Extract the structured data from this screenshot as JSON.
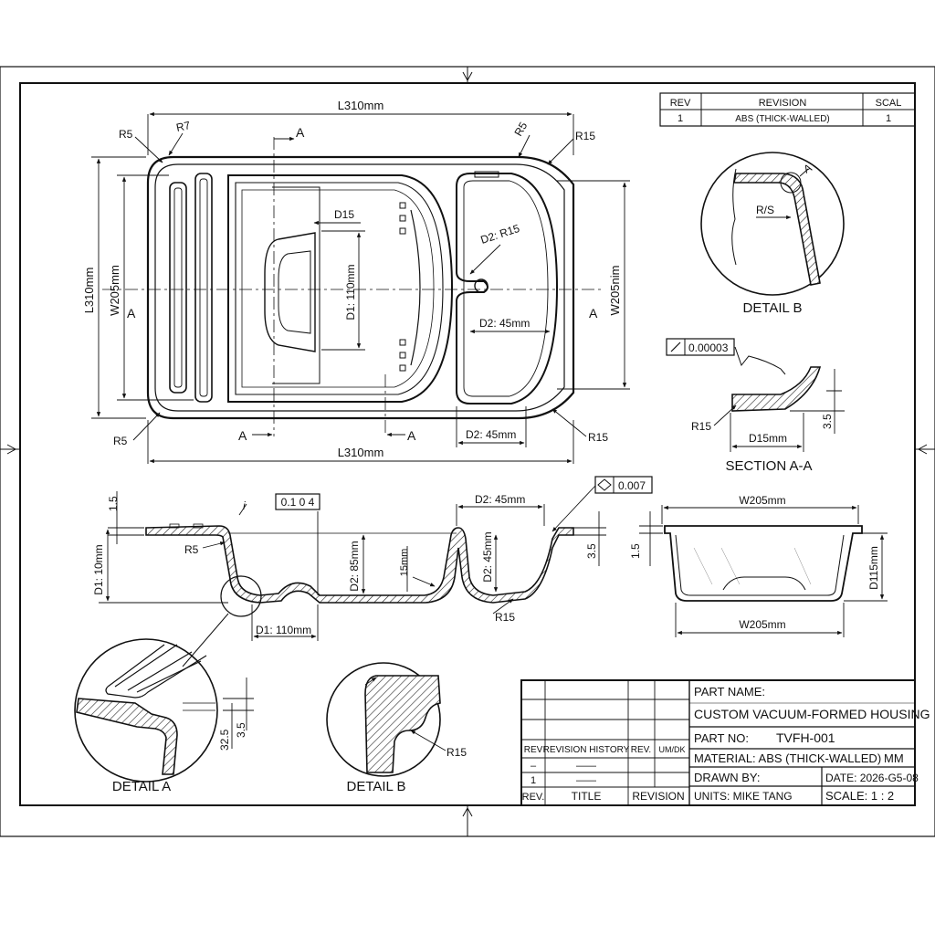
{
  "drawing": {
    "top_view": {
      "length_top": "L310mm",
      "length_bottom": "L310mm",
      "length_left": "L310mm",
      "width_left": "W205mm",
      "width_right": "W205nim",
      "r5_top": "R5",
      "r7": "R7",
      "r5_top_right": "R5",
      "r15_top": "R15",
      "r5_bottom": "R5",
      "r15_bottom": "R15",
      "d15": "D15",
      "d1_110": "D1: 110mm",
      "d2_r15": "D2: R15",
      "d2_45_center": "D2: 45mm",
      "d2_45_bottom": "D2: 45mm",
      "sec_a_top": "A",
      "sec_a_left": "A",
      "sec_a_right": "A",
      "sec_a_bottom_left": "A",
      "sec_a_bottom_right": "A"
    },
    "detail_b_top": {
      "label": "DETAIL B",
      "r_s": "R/S",
      "a": "A"
    },
    "section_aa": {
      "label": "SECTION A-A",
      "flatness": "0.00003",
      "r15": "R15",
      "d15": "D15mm",
      "h35": "3.5"
    },
    "side_view": {
      "h15": "1.5",
      "d1_10": "D1: 10mm",
      "r5": "R5",
      "frame_010": "0.1 0 4",
      "d2_85": "D2: 85mm",
      "d1_110": "D1: 110mm",
      "h15mm": "15mm",
      "d2_45_top": "D2: 45mm",
      "d2_45_vert": "D2: 45mm",
      "r15": "R15",
      "flat_007": "0.007",
      "h35": "3.5",
      "i_mark": "i"
    },
    "end_view": {
      "w_top": "W205mm",
      "w_bottom": "W205mm",
      "h15": "1.5",
      "d115": "D115mm"
    },
    "detail_a": {
      "label": "DETAIL A",
      "d325": "32.5",
      "d35": "3.5"
    },
    "detail_b_bottom": {
      "label": "DETAIL B",
      "r15": "R15"
    }
  },
  "revision_table": {
    "headers": [
      "REV",
      "REVISION",
      "SCAL"
    ],
    "row": [
      "1",
      "ABS (THICK-WALLED)",
      "1"
    ]
  },
  "title_block": {
    "part_name_label": "PART NAME:",
    "part_name": "CUSTOM VACUUM-FORMED HOUSING",
    "part_no_label": "PART NO:",
    "part_no": "TVFH-001",
    "material": "MATERIAL:  ABS (THICK-WALLED)",
    "material_units": "MM",
    "drawn_by": "DRAWN BY:",
    "date": "DATE: 2026-G5-08",
    "units": "UNITS: MIKE TANG",
    "scale": "SCALE:   1 : 2",
    "hist_rev": "REV",
    "hist_title": "REVISION HISTORY",
    "hist_rev2": "REV.",
    "hist_units": "UM/DK",
    "row1_rev": "–",
    "row1_desc": "——",
    "row2_rev": "1",
    "row2_desc": "——",
    "footer_rev": "REV.",
    "footer_title": "TITLE",
    "footer_revision": "REVISION"
  }
}
